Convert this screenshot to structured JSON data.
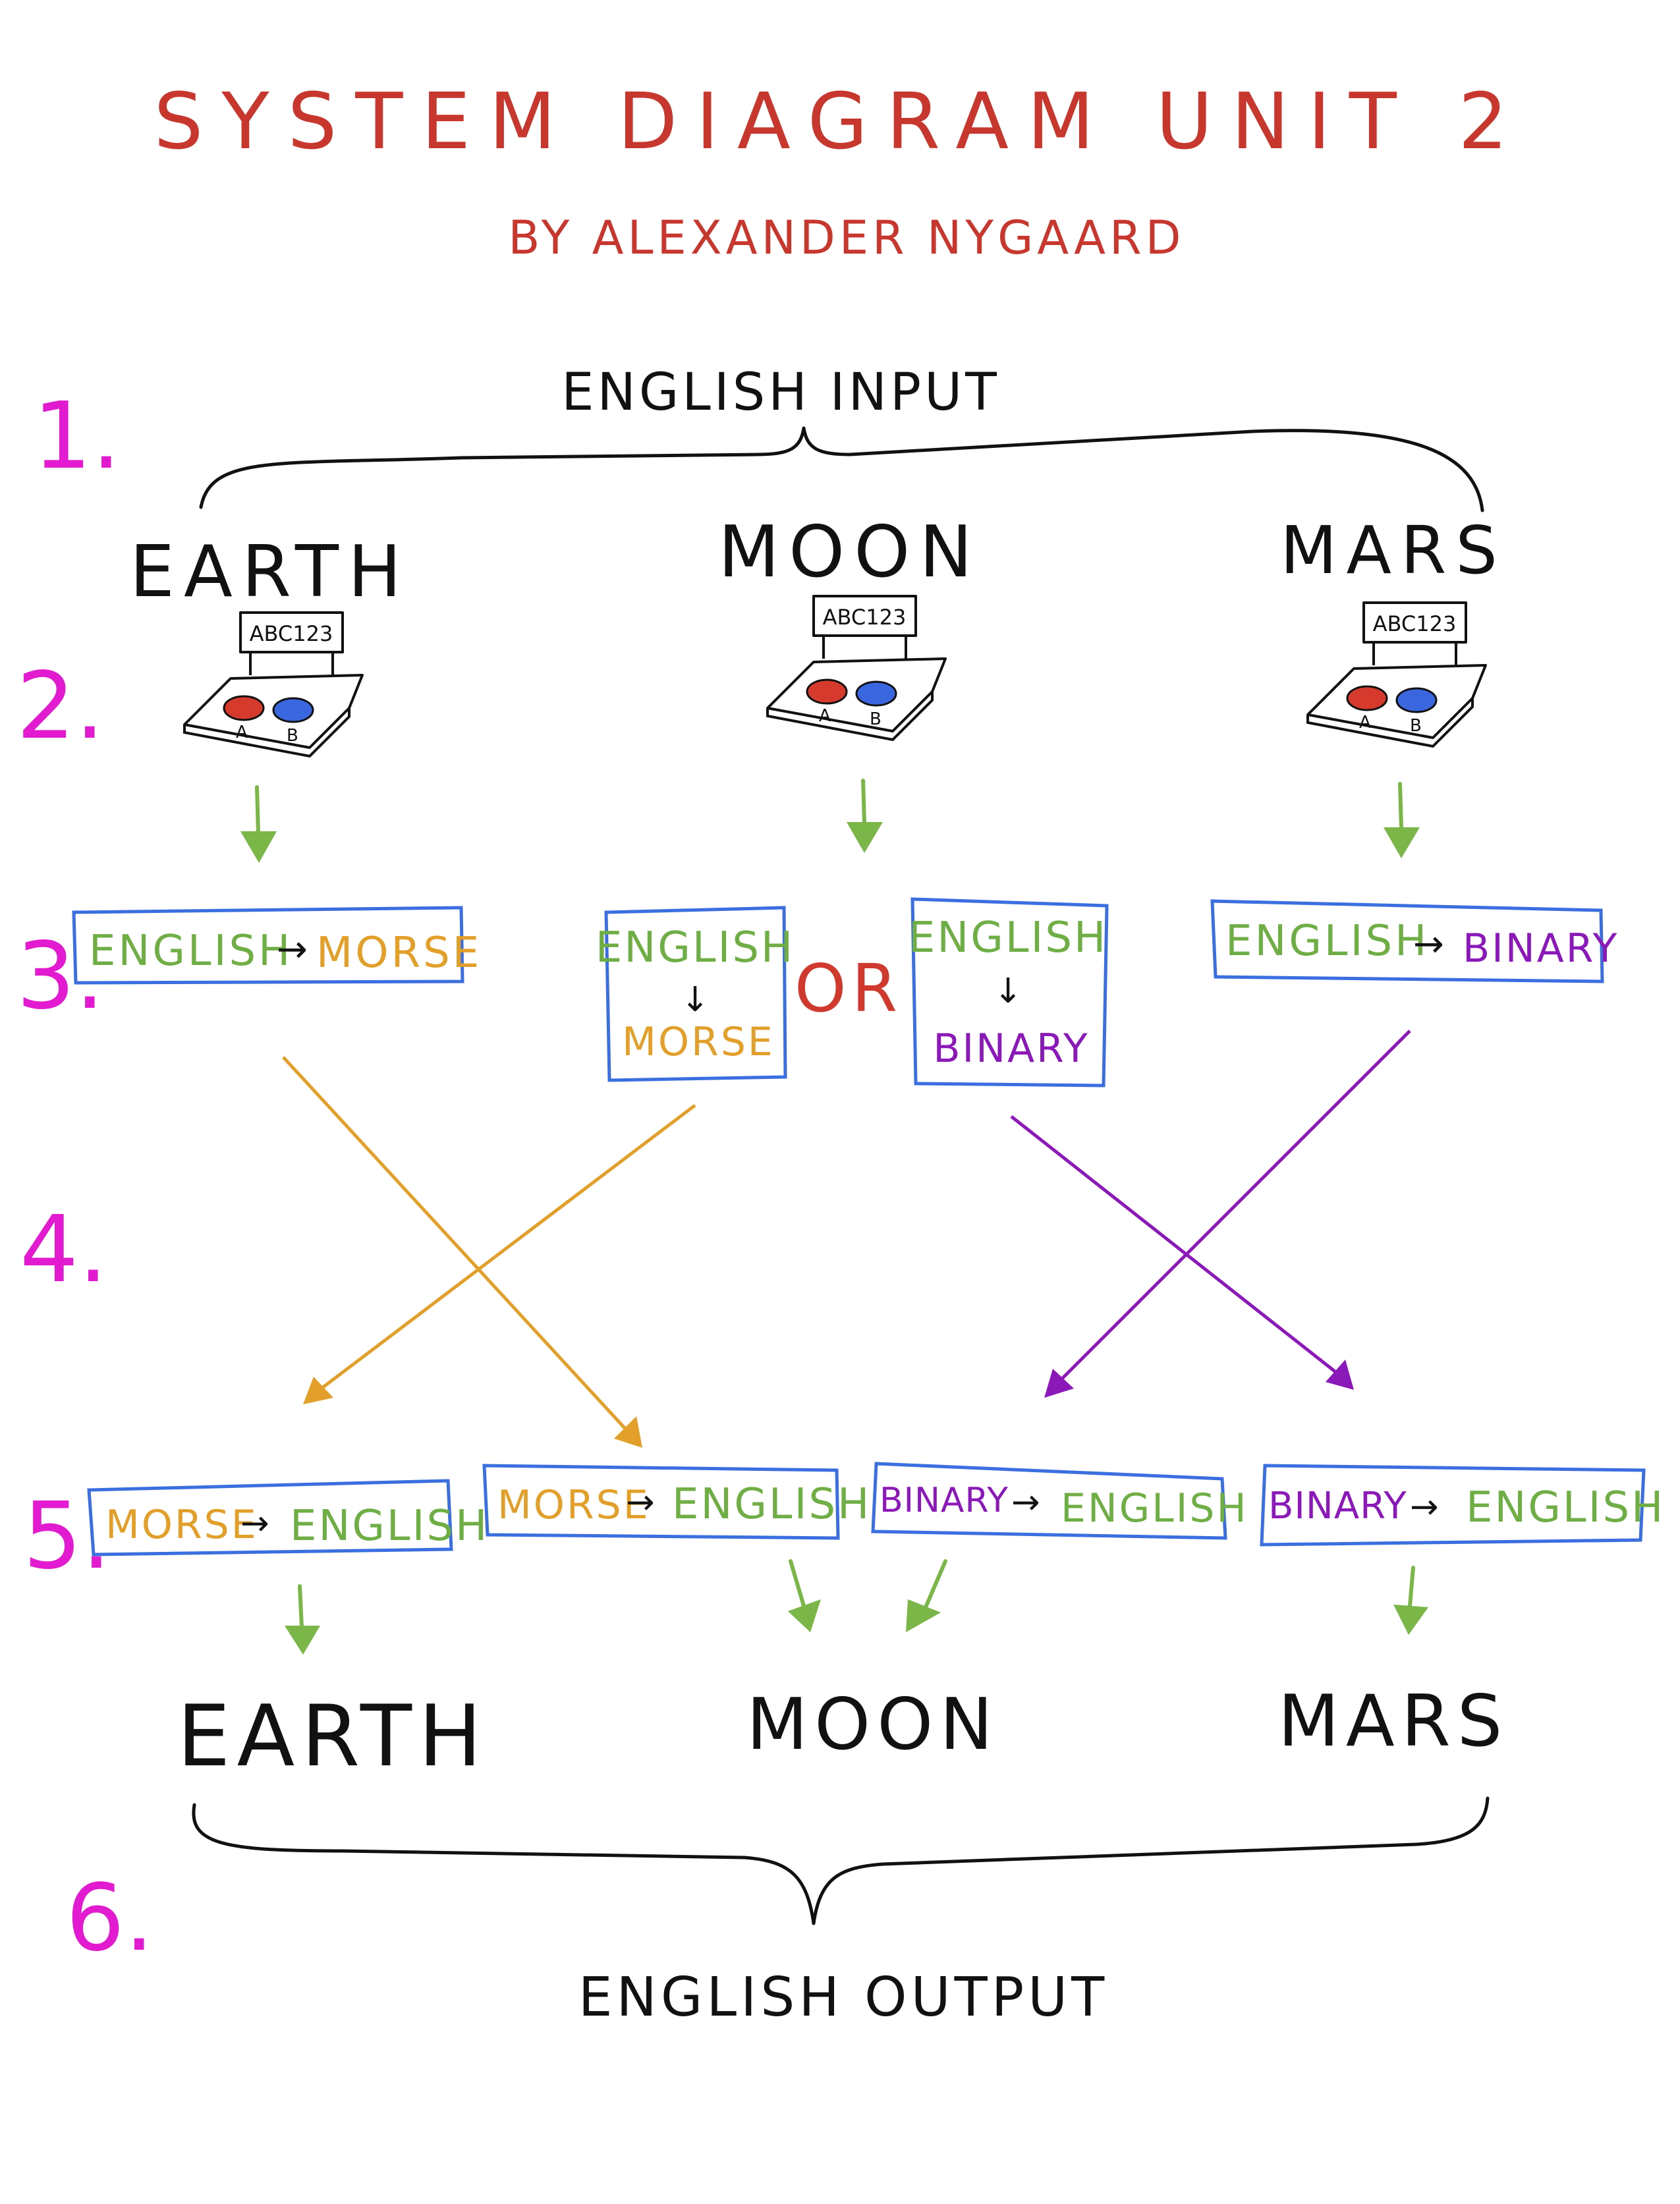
{
  "title": "SYSTEM DIAGRAM UNIT 2",
  "author": "BY ALEXANDER NYGAARD",
  "input_label": "ENGLISH INPUT",
  "output_label": "ENGLISH OUTPUT",
  "steps": [
    "1.",
    "2.",
    "3.",
    "4.",
    "5.",
    "6."
  ],
  "locations": {
    "earth": "EARTH",
    "moon": "MOON",
    "mars": "MARS"
  },
  "device": {
    "screen_text": "ABC123",
    "button_a": "A",
    "button_b": "B"
  },
  "encode": {
    "earth": {
      "from": "ENGLISH",
      "arrow": "→",
      "to": "MORSE"
    },
    "moon_morse": {
      "from": "ENGLISH",
      "arrow": "↓",
      "to": "MORSE"
    },
    "or": "OR",
    "moon_binary": {
      "from": "ENGLISH",
      "arrow": "↓",
      "to": "BINARY"
    },
    "mars": {
      "from": "ENGLISH",
      "arrow": "→",
      "to": "BINARY"
    }
  },
  "decode": [
    {
      "from": "MORSE",
      "arrow": "→",
      "to": "ENGLISH"
    },
    {
      "from": "MORSE",
      "arrow": "→",
      "to": "ENGLISH"
    },
    {
      "from": "BINARY",
      "arrow": "→",
      "to": "ENGLISH"
    },
    {
      "from": "BINARY",
      "arrow": "→",
      "to": "ENGLISH"
    }
  ],
  "colors": {
    "title": "#c8372d",
    "step_numbers": "#e21ad0",
    "english": "#6fae45",
    "morse": "#e2a02a",
    "binary": "#8b18b8",
    "box_border": "#3b6fe0",
    "button_a": "#d63a2c",
    "button_b": "#3a66e0"
  }
}
